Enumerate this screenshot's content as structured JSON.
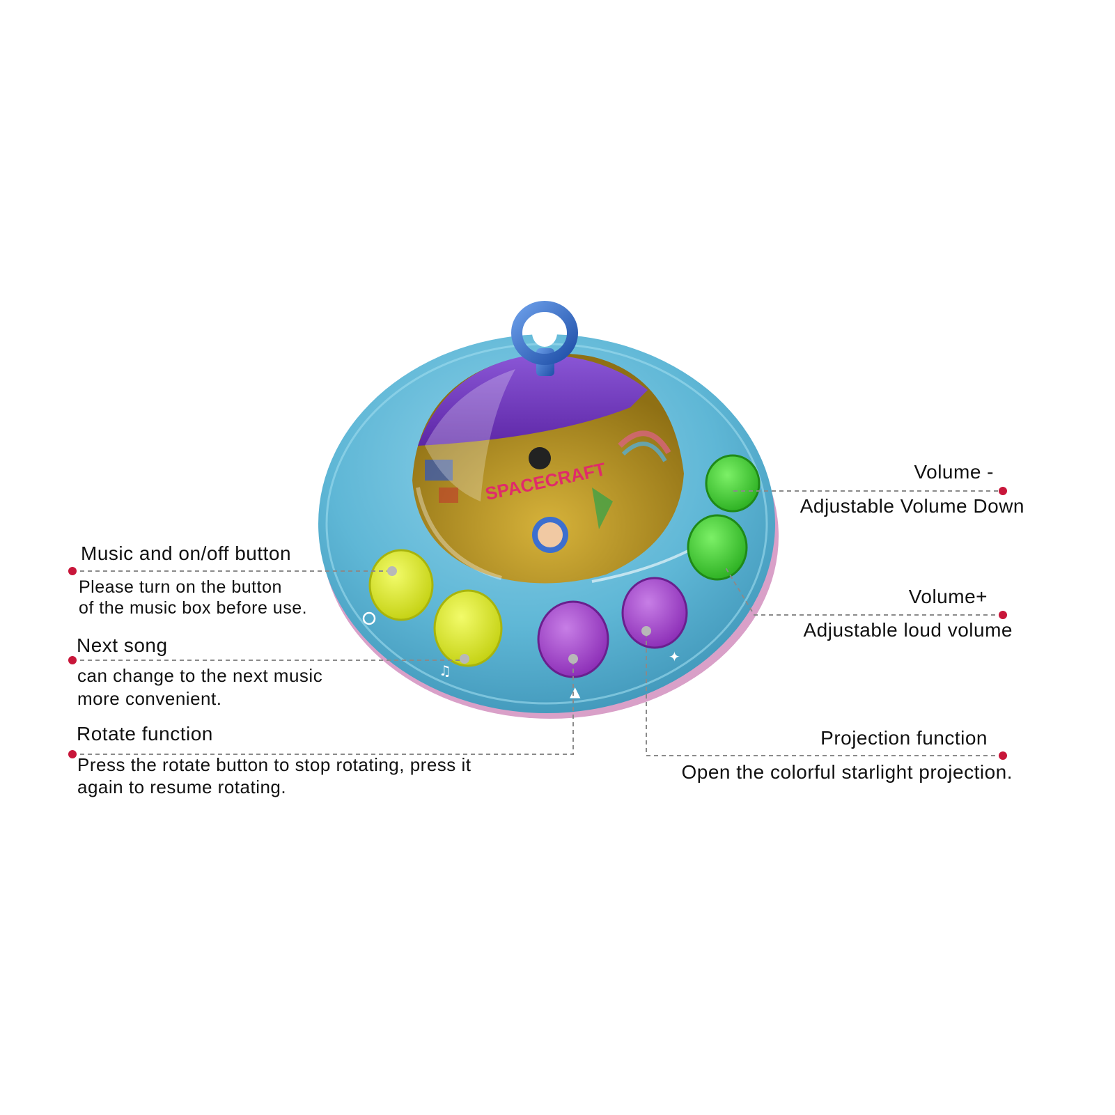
{
  "product": {
    "brand_text": "SPACECRAFT",
    "colors": {
      "body": "#5fb7d6",
      "body_dark": "#3f95b8",
      "dome_purple": "#6b2fc4",
      "dome_gold": "#b8941e",
      "button_yellow": "#dbe81c",
      "button_green": "#3bd42c",
      "button_purple": "#a03dc9",
      "hook_blue": "#2e64c4",
      "dot": "#c8163a",
      "leader": "#8a8a8a"
    }
  },
  "callouts": {
    "music": {
      "title": "Music and on/off button",
      "desc_line1": "Please turn on the button",
      "desc_line2": "of the music box before use."
    },
    "next": {
      "title": "Next song",
      "desc_line1": "can change to the next music",
      "desc_line2": "more convenient."
    },
    "rotate": {
      "title": "Rotate function",
      "desc_line1": "Press the rotate button to stop rotating, press it",
      "desc_line2": "again to resume rotating."
    },
    "vol_down": {
      "title": "Volume -",
      "desc": "Adjustable Volume Down"
    },
    "vol_up": {
      "title": "Volume+",
      "desc": "Adjustable loud volume"
    },
    "projection": {
      "title": "Projection function",
      "desc": "Open the colorful starlight projection."
    }
  }
}
